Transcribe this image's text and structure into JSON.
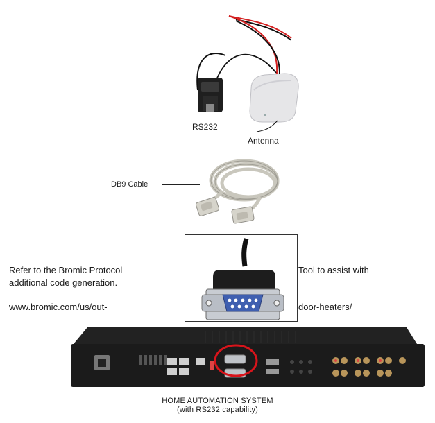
{
  "labels": {
    "rs232": "RS232",
    "antenna": "Antenna",
    "db9_cable": "DB9 Cable"
  },
  "body_text": {
    "line1_left": "Refer to the Bromic Protocol",
    "line1_right": "Tool to assist with",
    "line2": "additional code generation.",
    "url_left": "www.bromic.com/us/out-",
    "url_right": "door-heaters/"
  },
  "caption": {
    "line1": "HOME AUTOMATION SYSTEM",
    "line2": "(with RS232 capability)"
  },
  "colors": {
    "wire_red": "#d42020",
    "wire_black": "#111111",
    "highlight_circle": "#d8141b",
    "connector_blue": "#3f5fb0",
    "device_body": "#1b1b1b"
  }
}
